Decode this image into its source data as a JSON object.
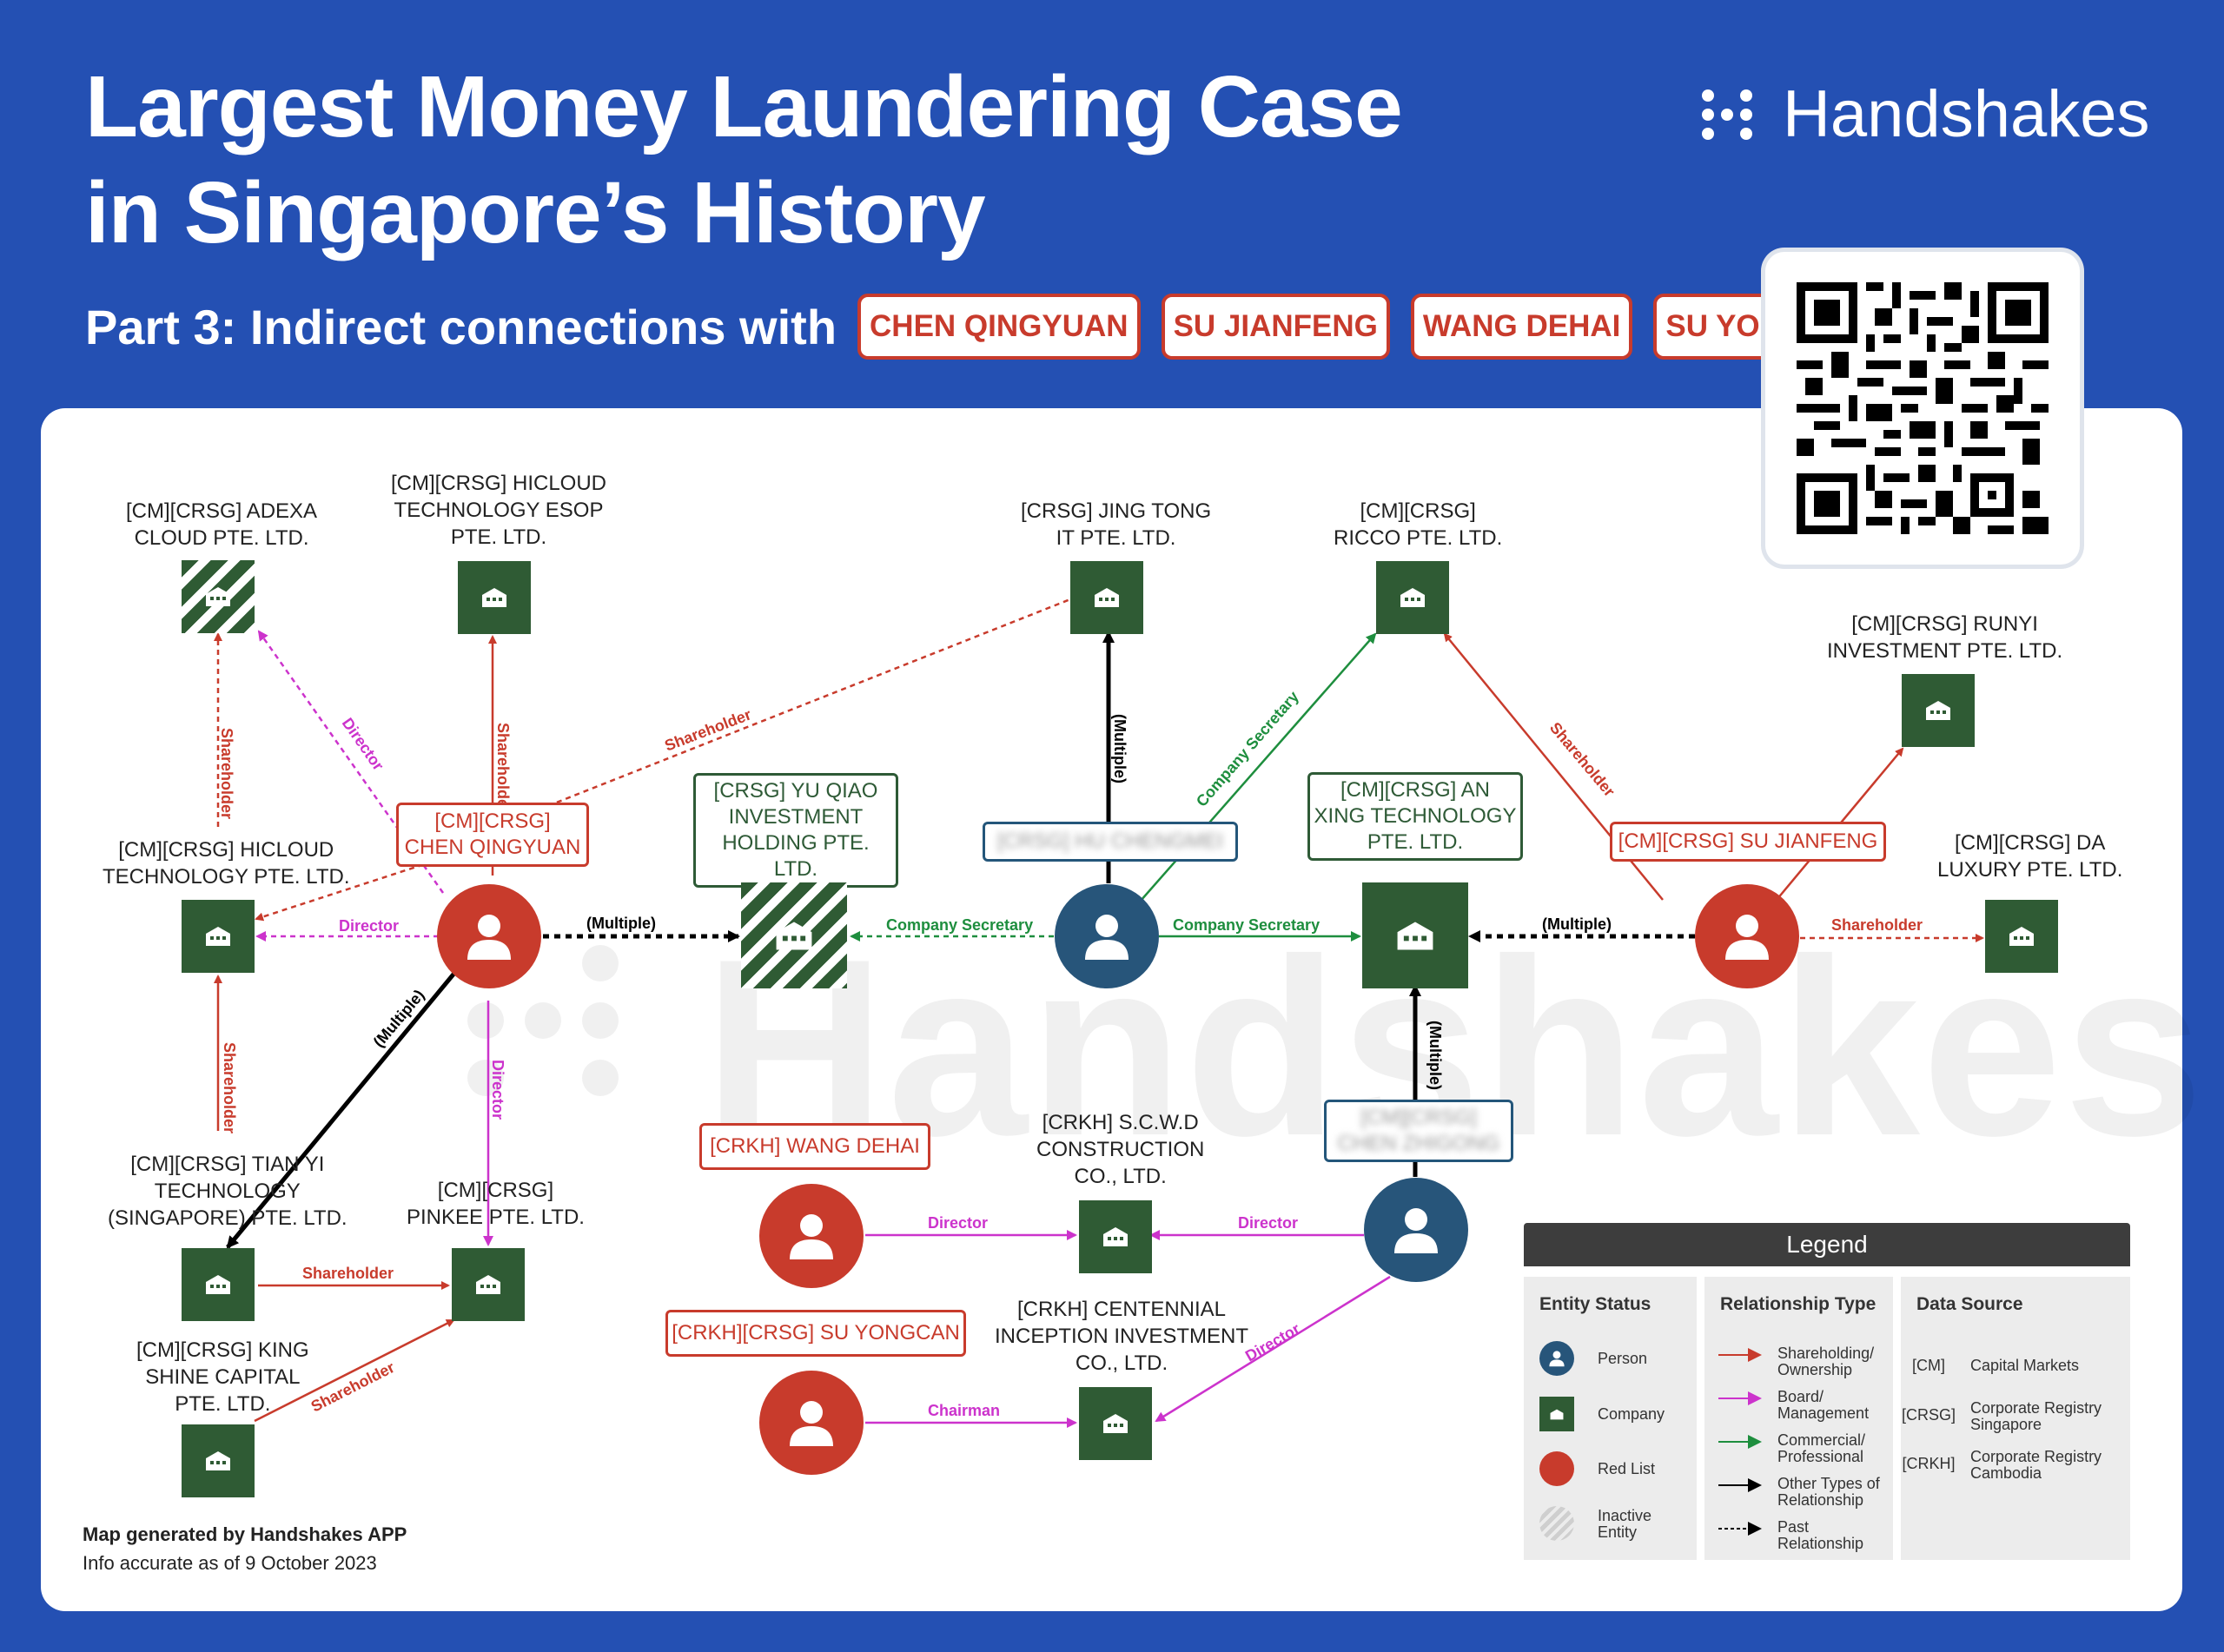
{
  "header": {
    "title_line1": "Largest Money Laundering Case",
    "title_line2": "in Singapore’s History",
    "brand": "Handshakes",
    "subtitle": "Part 3: Indirect connections with",
    "tags": [
      "CHEN QINGYUAN",
      "SU JIANFENG",
      "WANG DEHAI",
      "SU YONGCAN"
    ]
  },
  "watermark": "Handshakes",
  "colors": {
    "background": "#2450b3",
    "red": "#c83b2c",
    "company": "#2f5b34",
    "person_blue": "#27557a",
    "green_rel": "#1e8e3e",
    "magenta_rel": "#cc33cc"
  },
  "companies": {
    "adexa": "[CM][CRSG] ADEXA\nCLOUD PTE. LTD.",
    "hicloud_esop": "[CM][CRSG] HICLOUD\nTECHNOLOGY ESOP\nPTE. LTD.",
    "jing_tong": "[CRSG] JING TONG\nIT PTE. LTD.",
    "ricco": "[CM][CRSG]\nRICCO PTE. LTD.",
    "runyi": "[CM][CRSG] RUNYI\nINVESTMENT PTE. LTD.",
    "hicloud_tech": "[CM][CRSG] HICLOUD\nTECHNOLOGY PTE. LTD.",
    "yu_qiao": "[CRSG] YU QIAO\nINVESTMENT\nHOLDING PTE. LTD.",
    "an_xing": "[CM][CRSG] AN\nXING TECHNOLOGY\nPTE. LTD.",
    "da_luxury": "[CM][CRSG] DA\nLUXURY PTE. LTD.",
    "tian_yi": "[CM][CRSG] TIAN YI\nTECHNOLOGY\n(SINGAPORE) PTE. LTD.",
    "pinkee": "[CM][CRSG]\nPINKEE PTE. LTD.",
    "scwd": "[CRKH] S.C.W.D\nCONSTRUCTION\nCO., LTD.",
    "centennial": "[CRKH] CENTENNIAL\nINCEPTION INVESTMENT\nCO., LTD.",
    "king_shine": "[CM][CRSG] KING\nSHINE CAPITAL\nPTE. LTD."
  },
  "persons": {
    "chen": "[CM][CRSG]\nCHEN QINGYUAN",
    "su_jianfeng": "[CM][CRSG] SU JIANFENG",
    "wang_dehai": "[CRKH] WANG DEHAI",
    "su_yongcan": "[CRKH][CRSG] SU YONGCAN",
    "blurred_1": "[CRSG] HU CHENGMEI",
    "blurred_2": "[CM][CRSG]\nCHEN ZHIGONG"
  },
  "edge_labels": {
    "shareholder": "Shareholder",
    "director": "Director",
    "company_secretary": "Company Secretary",
    "multiple": "(Multiple)",
    "chairman": "Chairman"
  },
  "footer": {
    "line1": "Map generated by Handshakes APP",
    "line2": "Info accurate as of 9 October 2023"
  },
  "legend": {
    "title": "Legend",
    "entity_status": {
      "heading": "Entity Status",
      "items": [
        "Person",
        "Company",
        "Red List",
        "Inactive\nEntity"
      ]
    },
    "relationship_type": {
      "heading": "Relationship Type",
      "items": [
        "Shareholding/\nOwnership",
        "Board/\nManagement",
        "Commercial/\nProfessional",
        "Other Types of\nRelationship",
        "Past\nRelationship"
      ]
    },
    "data_source": {
      "heading": "Data Source",
      "items": [
        {
          "code": "[CM]",
          "name": "Capital Markets"
        },
        {
          "code": "[CRSG]",
          "name": "Corporate Registry\nSingapore"
        },
        {
          "code": "[CRKH]",
          "name": "Corporate Registry\nCambodia"
        }
      ]
    }
  }
}
